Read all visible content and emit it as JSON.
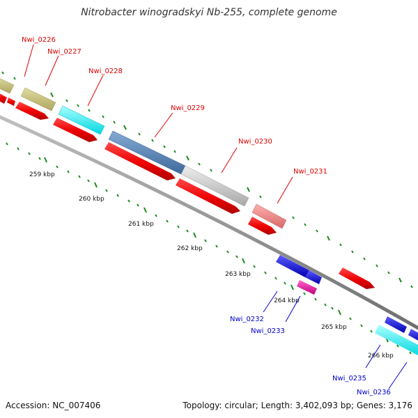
{
  "title": "Nitrobacter winogradskyi Nb-255, complete genome",
  "footer": {
    "accession": "Accession: NC_007406",
    "summary": "Topology: circular; Length: 3,402,093 bp; Genes: 3,176"
  },
  "scale_labels": [
    "259 kbp",
    "260 kbp",
    "261 kbp",
    "262 kbp",
    "263 kbp",
    "264 kbp",
    "265 kbp",
    "266 kbp"
  ],
  "gene_labels": [
    {
      "text": "Nwi_0226",
      "color": "#dd0000"
    },
    {
      "text": "Nwi_0227",
      "color": "#dd0000"
    },
    {
      "text": "Nwi_0228",
      "color": "#dd0000"
    },
    {
      "text": "Nwi_0229",
      "color": "#dd0000"
    },
    {
      "text": "Nwi_0230",
      "color": "#dd0000"
    },
    {
      "text": "Nwi_0231",
      "color": "#dd0000"
    },
    {
      "text": "Nwi_0232",
      "color": "#0000cc"
    },
    {
      "text": "Nwi_0233",
      "color": "#0000cc"
    },
    {
      "text": "Nwi_0235",
      "color": "#0000cc"
    },
    {
      "text": "Nwi_0236",
      "color": "#0000cc"
    }
  ],
  "colors": {
    "backbone": "#8c8c8c",
    "tick": "#1a8a1a",
    "cds_red": "#ee0000",
    "khaki": "#c8c07c",
    "cyan": "#22ffff",
    "steelblue": "#5a86b8",
    "lightgray": "#cfcfcf",
    "salmon": "#f08a8a",
    "blue": "#1212ee",
    "magenta": "#ee22aa"
  }
}
